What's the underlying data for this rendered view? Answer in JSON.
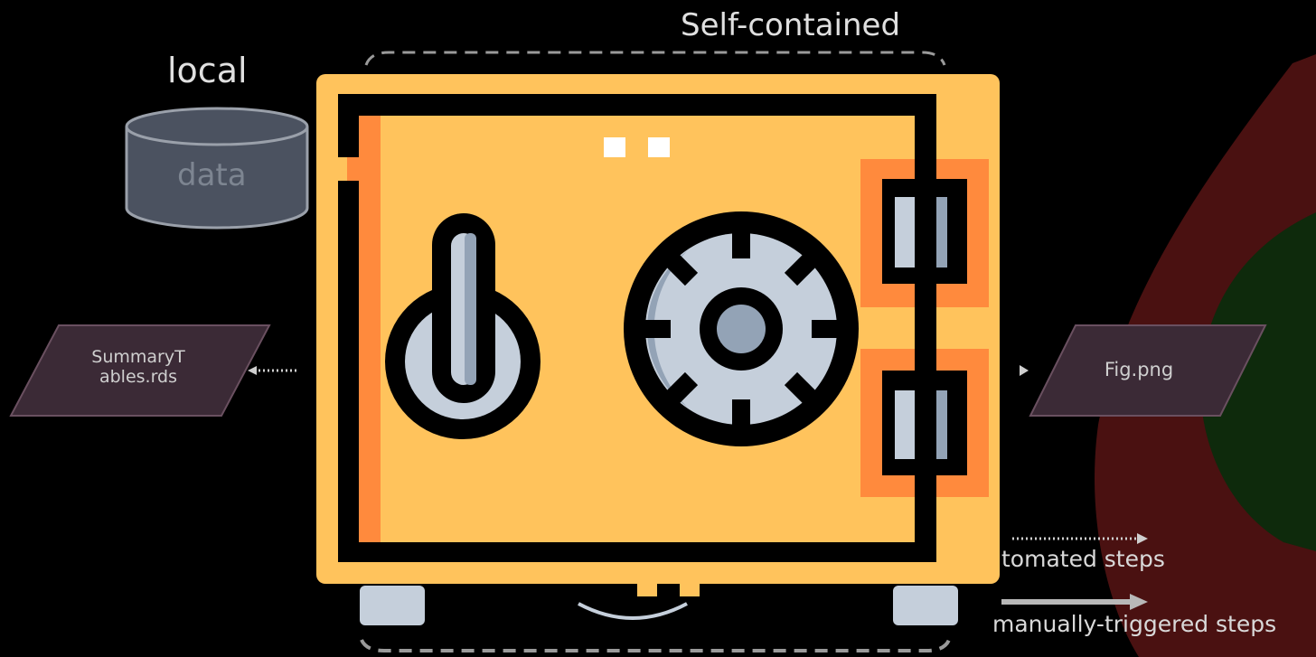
{
  "labels": {
    "self_contained": "Self-contained",
    "local": "local",
    "data": "data",
    "summary_tables": "SummaryT ables.rds",
    "fig": "Fig.png"
  },
  "legend": {
    "automated": "tomated steps",
    "manual": "manually-triggered steps"
  },
  "colors": {
    "safe_body": "#FFC35C",
    "safe_accent": "#FF8A3D",
    "metal": "#C5CFDB",
    "output_box": "#3B2A36",
    "database": "#4B5260"
  },
  "icons": [
    "safe-icon",
    "database-icon",
    "combination-dial-icon",
    "handle-icon",
    "hinge-icon"
  ]
}
